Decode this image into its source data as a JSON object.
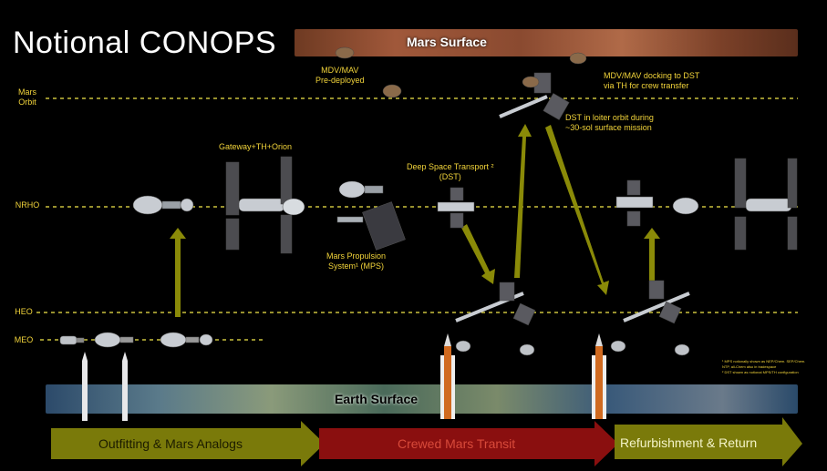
{
  "title": "Notional CONOPS",
  "mars_surface_label": "Mars Surface",
  "earth_surface_label": "Earth Surface",
  "orbits": {
    "mars_orbit": "Mars\nOrbit",
    "nrho": "NRHO",
    "heo": "HEO",
    "meo": "MEO"
  },
  "annotations": {
    "mdv_predeployed": "MDV/MAV\nPre-deployed",
    "mdv_docking": "MDV/MAV docking to DST\nvia TH for crew transfer",
    "dst_loiter": "DST in loiter orbit during\n~30-sol surface mission",
    "gateway": "Gateway+TH+Orion",
    "dst": "Deep Space Transport ²\n(DST)",
    "mps": "Mars Propulsion\nSystem¹ (MPS)"
  },
  "footnotes": {
    "line1": "¹ MPS notionally shown as NEP/Chem. SEP/Chem.",
    "line2": "NTP, all-Chem also in tradespace",
    "line3": "² DST shown as notional MPS/TH configuration"
  },
  "phases": [
    {
      "label": "Outfitting & Mars Analogs",
      "color": "#7a7a0a",
      "text_color": "#1c1c00"
    },
    {
      "label": "Crewed Mars Transit",
      "color": "#8a0f0f",
      "text_color": "#d84a3a"
    },
    {
      "label": "Refurbishment & Return",
      "color": "#7a7a0a",
      "text_color": "#f4f4c8"
    }
  ],
  "colors": {
    "orbit_line": "#f2e84a",
    "arrow": "#8a8a08",
    "annotation_text": "#f2d43a"
  }
}
